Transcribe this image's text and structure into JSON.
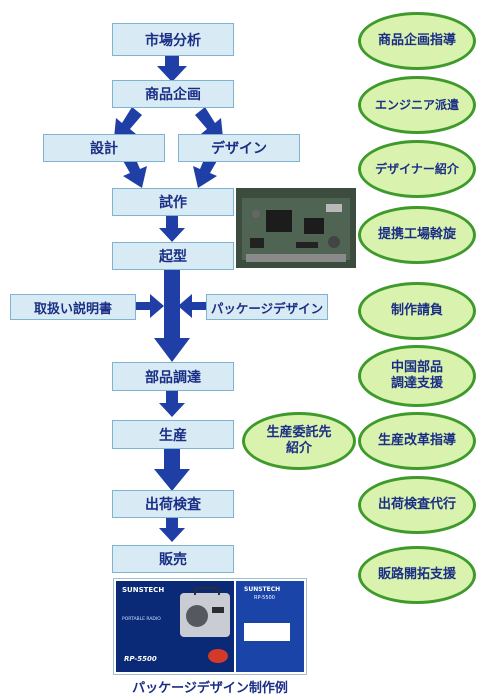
{
  "flow": {
    "market_analysis": "市場分析",
    "product_planning": "商品企画",
    "design_engineering": "設計",
    "design_styling": "デザイン",
    "prototype": "試作",
    "molding": "起型",
    "manual": "取扱い説明書",
    "package_design": "パッケージデザイン",
    "parts_procurement": "部品調達",
    "production": "生産",
    "shipping_inspection": "出荷検査",
    "sales": "販売"
  },
  "services": {
    "product_planning_guidance": "商品企画指導",
    "engineer_dispatch": "エンジニア派遣",
    "designer_introduction": "デザイナー紹介",
    "partner_factory": "提携工場斡旋",
    "production_contracting": "制作請負",
    "china_parts": "中国部品\n調達支援",
    "production_improvement": "生産改革指導",
    "production_outsourcing": "生産委託先\n紹介",
    "inspection_agency": "出荷検査代行",
    "sales_channel": "販路開拓支援"
  },
  "package": {
    "brand_left": "SUNSTECH",
    "brand_right": "SUNSTECH",
    "model_left": "RP-5500",
    "model_right": "RP-5500",
    "product_type": "PORTABLE RADIO"
  },
  "caption": "パッケージデザイン制作例",
  "colors": {
    "arrow": "#1f3fa6",
    "step_fill": "#d8ebf5",
    "oval_fill": "#d9f2ad",
    "oval_border": "#3f9a2c",
    "text": "#1a2e86"
  }
}
